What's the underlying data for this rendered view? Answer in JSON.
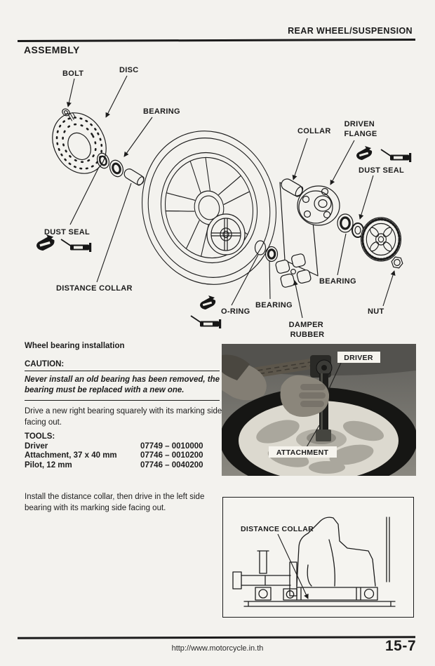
{
  "page": {
    "header_title": "REAR WHEEL/SUSPENSION",
    "section_title": "ASSEMBLY",
    "footer_url": "http://www.motorcycle.in.th",
    "page_number": "15-7"
  },
  "diagram": {
    "labels": {
      "bolt": "BOLT",
      "disc": "DISC",
      "bearing_top": "BEARING",
      "collar": "COLLAR",
      "driven_flange_line1": "DRIVEN",
      "driven_flange_line2": "FLANGE",
      "dust_seal_right": "DUST SEAL",
      "dust_seal_left": "DUST SEAL",
      "distance_collar": "DISTANCE COLLAR",
      "o_ring": "O-RING",
      "bearing_mid": "BEARING",
      "damper_rubber_line1": "DAMPER",
      "damper_rubber_line2": "RUBBER",
      "bearing_right": "BEARING",
      "nut": "NUT"
    }
  },
  "instructions": {
    "subheading": "Wheel bearing installation",
    "caution_label": "CAUTION:",
    "caution_text": "Never install an old bearing has been removed, the bearing must be replaced with a new one.",
    "para_right_bearing": "Drive a new right bearing squarely with its marking side facing out.",
    "tools_label": "TOOLS:",
    "tools": [
      {
        "name": "Driver",
        "number": "07749 – 0010000"
      },
      {
        "name": "Attachment, 37 x 40 mm",
        "number": "07746 – 0010200"
      },
      {
        "name": "Pilot, 12 mm",
        "number": "07746 – 0040200"
      }
    ],
    "para_left_bearing": "Install the distance collar, then drive in the left side bearing with its marking side facing out."
  },
  "photo": {
    "driver_label": "DRIVER",
    "attachment_label": "ATTACHMENT"
  },
  "figure2": {
    "distance_collar_label": "DISTANCE COLLAR"
  },
  "colors": {
    "paper": "#f3f2ee",
    "ink": "#1c1c1c"
  }
}
